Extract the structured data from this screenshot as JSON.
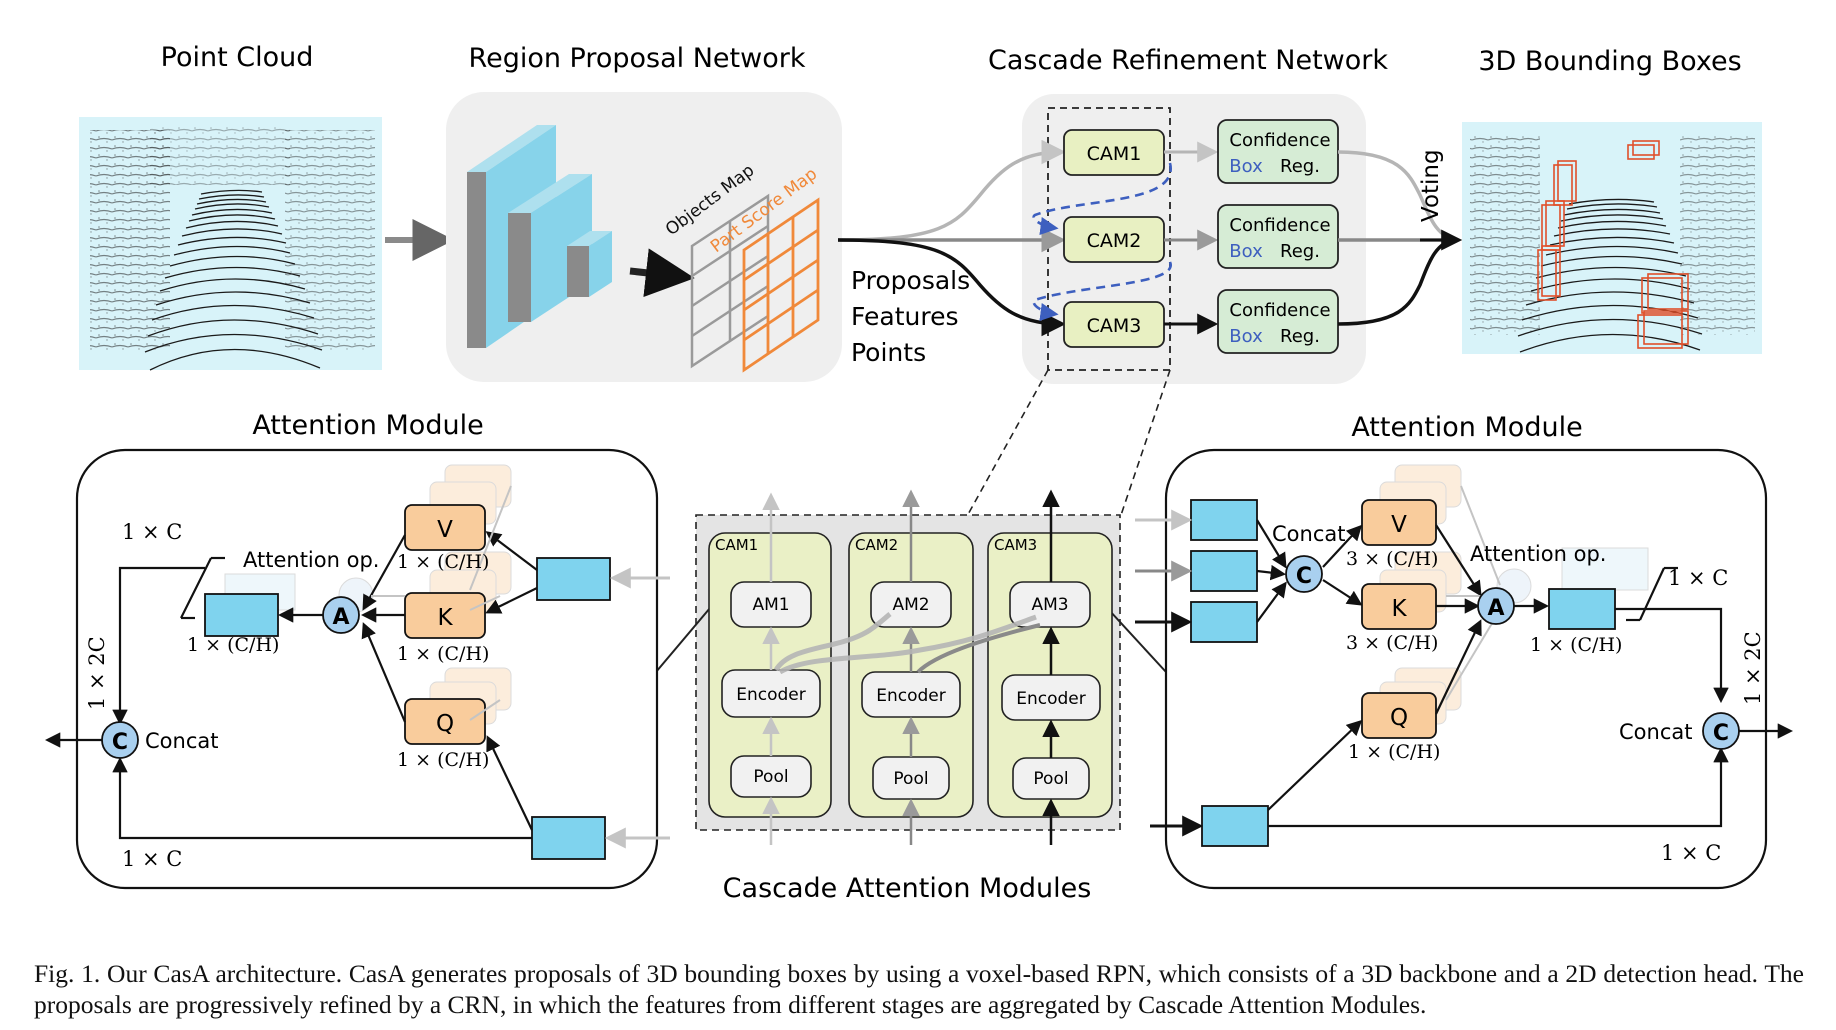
{
  "titles": {
    "point_cloud": "Point Cloud",
    "rpn": "Region Proposal Network",
    "crn": "Cascade Refinement Network",
    "boxes": "3D Bounding Boxes",
    "attention_left": "Attention Module",
    "attention_right": "Attention Module",
    "cascade_modules": "Cascade Attention Modules"
  },
  "rpn": {
    "objects_map": "Objects Map",
    "part_score_map": "Part Score Map"
  },
  "inputs": [
    "Proposals",
    "Features",
    "Points"
  ],
  "crn": {
    "cams": [
      "CAM1",
      "CAM2",
      "CAM3"
    ],
    "head_confidence": "Confidence",
    "head_box": "Box",
    "head_reg": "Reg.",
    "voting": "Voting"
  },
  "cascade": {
    "stages": [
      {
        "cam": "CAM1",
        "am": "AM1",
        "encoder": "Encoder",
        "pool": "Pool"
      },
      {
        "cam": "CAM2",
        "am": "AM2",
        "encoder": "Encoder",
        "pool": "Pool"
      },
      {
        "cam": "CAM3",
        "am": "AM3",
        "encoder": "Encoder",
        "pool": "Pool"
      }
    ]
  },
  "attention_left": {
    "v": "V",
    "k": "K",
    "q": "Q",
    "a": "A",
    "c": "C",
    "op": "Attention op.",
    "concat": "Concat",
    "dim_c_top": "1 × C",
    "dim_c_bottom": "1 × C",
    "dim_2c": "1 × 2C",
    "dim_v": "1 × (C/H)",
    "dim_k": "1 × (C/H)",
    "dim_q": "1 × (C/H)",
    "dim_out": "1 × (C/H)"
  },
  "attention_right": {
    "v": "V",
    "k": "K",
    "q": "Q",
    "a": "A",
    "c_in": "C",
    "c_out": "C",
    "op": "Attention op.",
    "concat_in": "Concat",
    "concat_out": "Concat",
    "dim_c_top": "1 × C",
    "dim_c_bottom": "1 × C",
    "dim_2c": "1 × 2C",
    "dim_v": "3 × (C/H)",
    "dim_k": "3 × (C/H)",
    "dim_q": "1 × (C/H)",
    "dim_out": "1 × (C/H)"
  },
  "caption": "Fig. 1.  Our CasA architecture. CasA generates proposals of 3D bounding boxes by using a voxel-based RPN, which consists of a 3D backbone and a 2D detection head. The proposals are progressively refined by a CRN, in which the features from different stages are aggregated by Cascade Attention Modules.",
  "colors": {
    "point_cloud_bg": "#d8f3f9",
    "cyan_block": "#87d3ea",
    "feature_box": "#7fd3ee",
    "vkq_box": "#f9cc9c",
    "cam_box": "#e8f0c2",
    "head_box": "#d6ecd5",
    "cam_stage_bg": "#eaf0c6",
    "node_circle": "#a9d0ef",
    "box_label": "#3d5fbf",
    "part_score": "#f0893a",
    "bbox_red": "#e0502a",
    "dash_blue": "#3d5fbf",
    "panel_gray": "#efefef"
  }
}
